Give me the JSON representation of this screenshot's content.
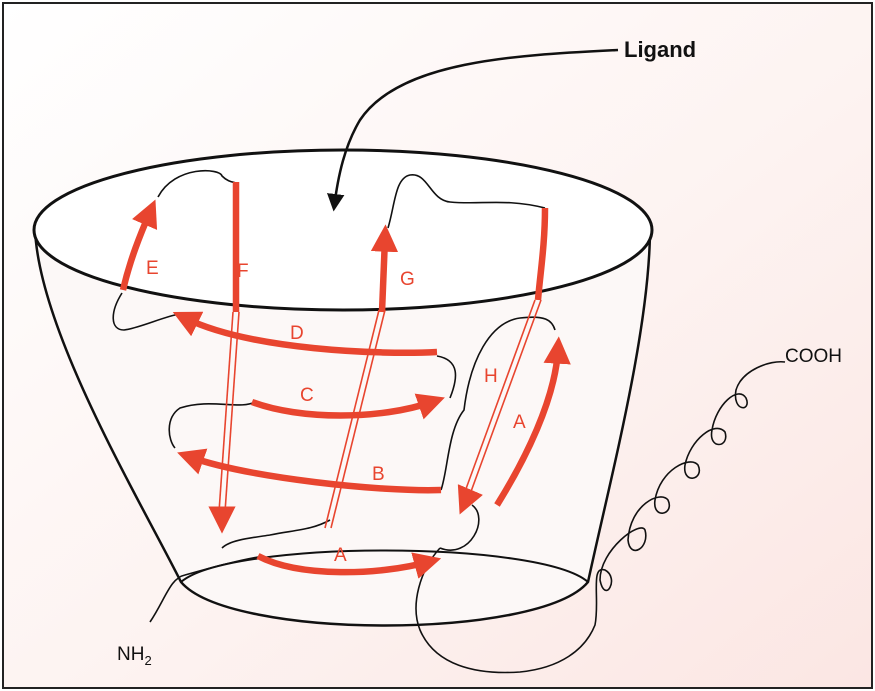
{
  "labels": {
    "ligand": "Ligand",
    "cooh": "COOH",
    "nh2_main": "NH",
    "nh2_sub": "2"
  },
  "strands": [
    {
      "id": "strand-a-bottom",
      "label": "A"
    },
    {
      "id": "strand-a-right",
      "label": "A"
    },
    {
      "id": "strand-b",
      "label": "B"
    },
    {
      "id": "strand-c",
      "label": "C"
    },
    {
      "id": "strand-d",
      "label": "D"
    },
    {
      "id": "strand-e",
      "label": "E"
    },
    {
      "id": "strand-f",
      "label": "F"
    },
    {
      "id": "strand-g",
      "label": "G"
    },
    {
      "id": "strand-h",
      "label": "H"
    }
  ],
  "colors": {
    "background": "#fdf2f0",
    "frame": "#222222",
    "barrel_fill": "#fcf8f7",
    "outline": "#111111",
    "strand": "#e8452f"
  }
}
